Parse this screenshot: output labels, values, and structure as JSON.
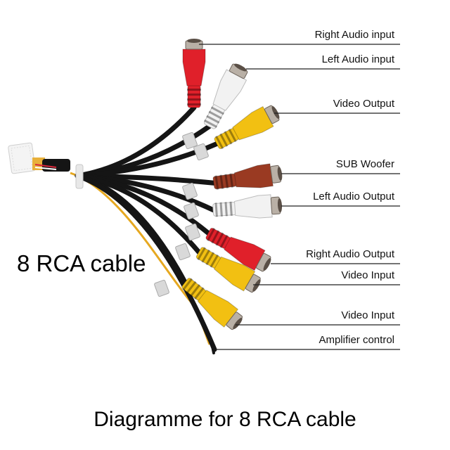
{
  "diagram": {
    "title": "Diagramme for 8 RCA cable",
    "cable_name": "8 RCA cable",
    "colors": {
      "red": "#e0202a",
      "white": "#f2f2f2",
      "yellow": "#f2c012",
      "brown": "#9a3a22",
      "cable": "#151515",
      "wire_yellow": "#e6a820",
      "metal": "#b9b0a6",
      "leader": "#222222"
    },
    "connectors": [
      {
        "label": "Right Audio input",
        "plug_color": "red"
      },
      {
        "label": "Left Audio input",
        "plug_color": "white"
      },
      {
        "label": "Video Output",
        "plug_color": "yellow"
      },
      {
        "label": "SUB Woofer",
        "plug_color": "brown"
      },
      {
        "label": "Left Audio Output",
        "plug_color": "white"
      },
      {
        "label": "Right Audio Output",
        "plug_color": "red"
      },
      {
        "label": "Video Input",
        "plug_color": "yellow"
      },
      {
        "label": "Video Input",
        "plug_color": "yellow"
      },
      {
        "label": "Amplifier control",
        "plug_color": "bare-wire"
      }
    ]
  }
}
